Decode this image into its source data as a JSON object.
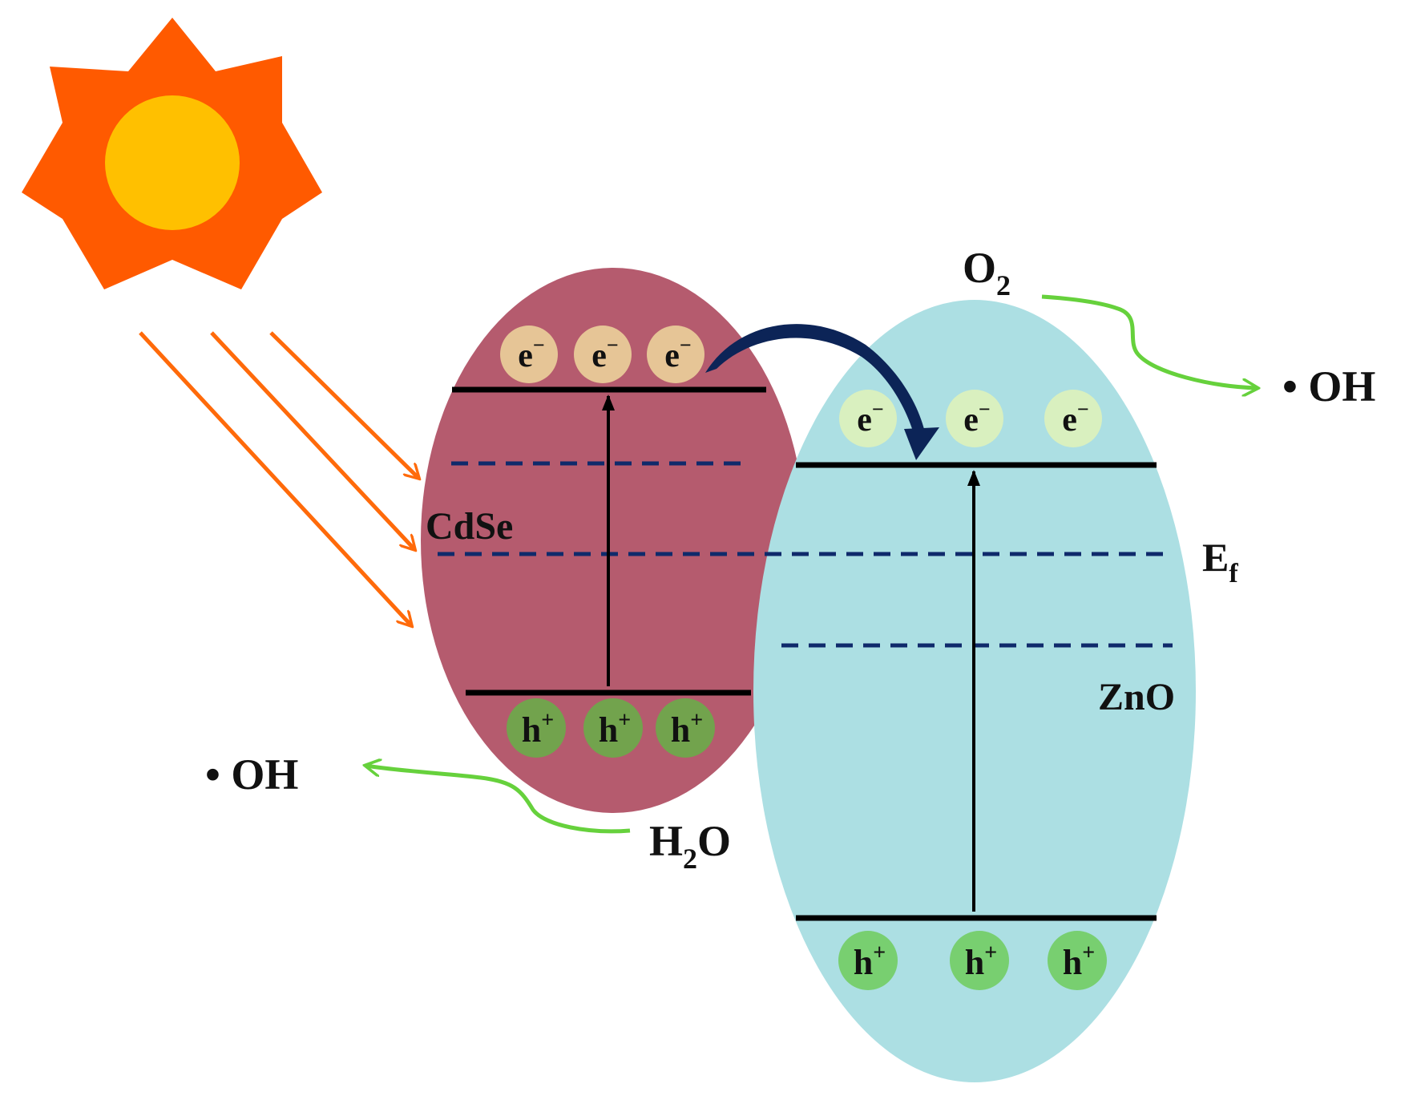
{
  "colors": {
    "sun_rays": "#ff5a00",
    "sun_core": "#ffc000",
    "light_arrows": "#ff6a0a",
    "cdse_body": "#b55b6e",
    "zno_body": "#acdfe3",
    "band_line": "#000000",
    "fermi_dash": "#0f2a6b",
    "electron_cdse": "#e6c596",
    "electron_zno": "#d9f0bf",
    "hole_cdse": "#72a34d",
    "hole_zno": "#78cf70",
    "reaction_arrow": "#66d13c",
    "transfer_arrow": "#0c2457"
  },
  "labels": {
    "cdse": "CdSe",
    "zno": "ZnO",
    "fermi_main": "E",
    "fermi_sub": "f",
    "o2_main": "O",
    "o2_sub": "2",
    "h2o_h": "H",
    "h2o_sub": "2",
    "h2o_o": "O",
    "radical_right": "• OH",
    "radical_left": "• OH"
  },
  "carriers": {
    "electron_base": "e",
    "electron_sup": "−",
    "hole_base": "h",
    "hole_sup": "+"
  }
}
